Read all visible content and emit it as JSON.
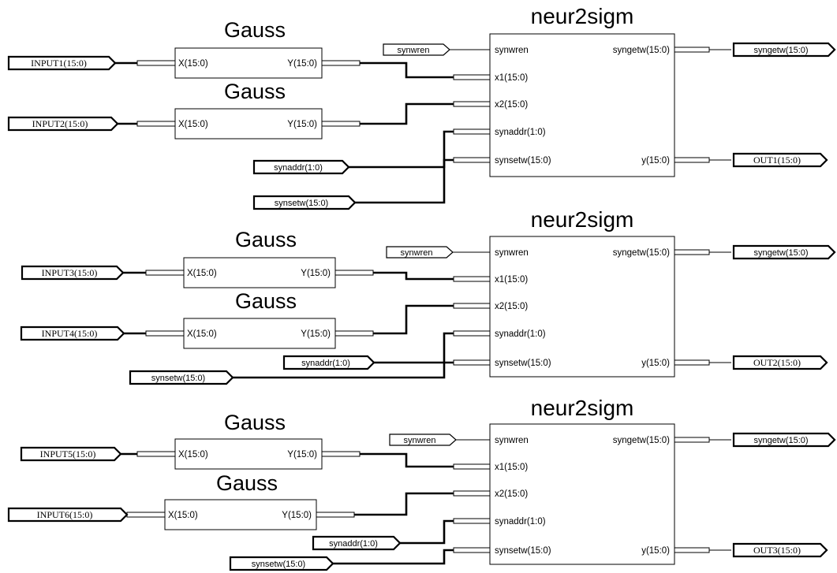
{
  "diagram": {
    "neuron_title": "neur2sigm",
    "gauss_title": "Gauss",
    "gauss_pins": {
      "x": "X(15:0)",
      "y": "Y(15:0)"
    },
    "neuron_pins": {
      "synwren": "synwren",
      "syngetw": "syngetw(15:0)",
      "x1": "x1(15:0)",
      "x2": "x2(15:0)",
      "synaddr": "synaddr(1:0)",
      "synsetw": "synsetw(15:0)",
      "y": "y(15:0)"
    },
    "groups": [
      {
        "inputs": [
          "INPUT1(15:0)",
          "INPUT2(15:0)"
        ],
        "synwren_port": "synwren",
        "syngetw_port": "syngetw(15:0)",
        "synaddr_port": "synaddr(1:0)",
        "synsetw_port": "synsetw(15:0)",
        "output_port": "OUT1(15:0)"
      },
      {
        "inputs": [
          "INPUT3(15:0)",
          "INPUT4(15:0)"
        ],
        "synwren_port": "synwren",
        "syngetw_port": "syngetw(15:0)",
        "synaddr_port": "synaddr(1:0)",
        "synsetw_port": "synsetw(15:0)",
        "output_port": "OUT2(15:0)"
      },
      {
        "inputs": [
          "INPUT5(15:0)",
          "INPUT6(15:0)"
        ],
        "synwren_port": "synwren",
        "syngetw_port": "syngetw(15:0)",
        "synaddr_port": "synaddr(1:0)",
        "synsetw_port": "synsetw(15:0)",
        "output_port": "OUT3(15:0)"
      }
    ]
  }
}
